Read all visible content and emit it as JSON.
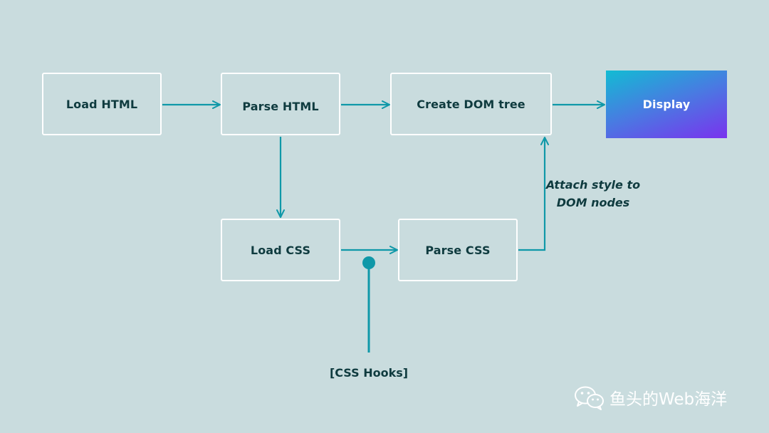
{
  "diagram": {
    "nodes": {
      "load_html": "Load HTML",
      "parse_html": "Parse HTML",
      "create_dom": "Create DOM tree",
      "display": "Display",
      "load_css": "Load CSS",
      "parse_css": "Parse CSS"
    },
    "annotations": {
      "attach_line1": "Attach style to",
      "attach_line2": "DOM nodes",
      "hooks": "[CSS Hooks]"
    }
  },
  "watermark": {
    "text": "鱼头的Web海洋",
    "icon": "wechat-icon"
  },
  "colors": {
    "background": "#c9dcde",
    "connector": "#0f98a8",
    "text": "#0f3b3f",
    "box_border": "#ffffff",
    "display_gradient": [
      "#12bcd3",
      "#4a79e2",
      "#7a32ee"
    ]
  }
}
